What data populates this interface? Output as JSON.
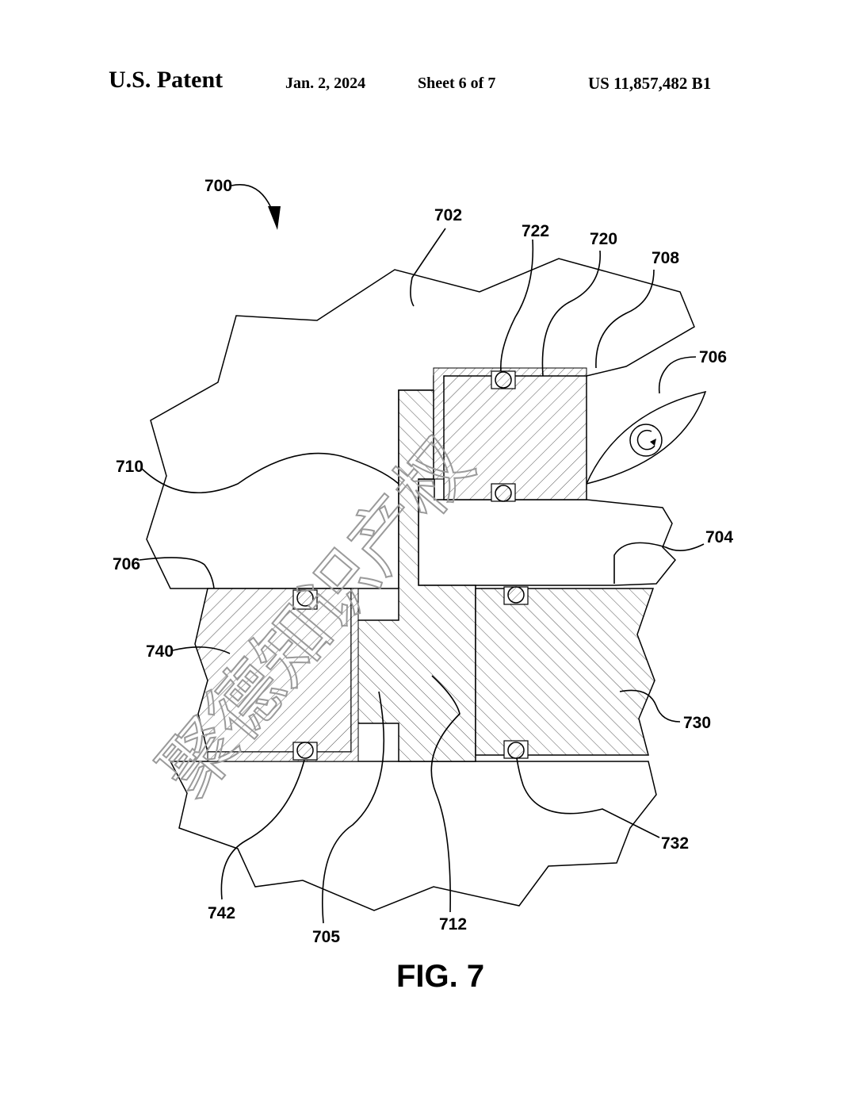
{
  "header": {
    "title": "U.S. Patent",
    "date": "Jan. 2, 2024",
    "sheet": "Sheet 6 of 7",
    "patent_number": "US 11,857,482 B1"
  },
  "figure": {
    "caption": "FIG. 7",
    "labels": {
      "l700": "700",
      "l702": "702",
      "l722": "722",
      "l720": "720",
      "l708": "708",
      "l706a": "706",
      "l710": "710",
      "l704": "704",
      "l706b": "706",
      "l740": "740",
      "l730": "730",
      "l732": "732",
      "l742": "742",
      "l705": "705",
      "l712": "712"
    }
  },
  "watermark": {
    "text": "聚德知识产权"
  }
}
